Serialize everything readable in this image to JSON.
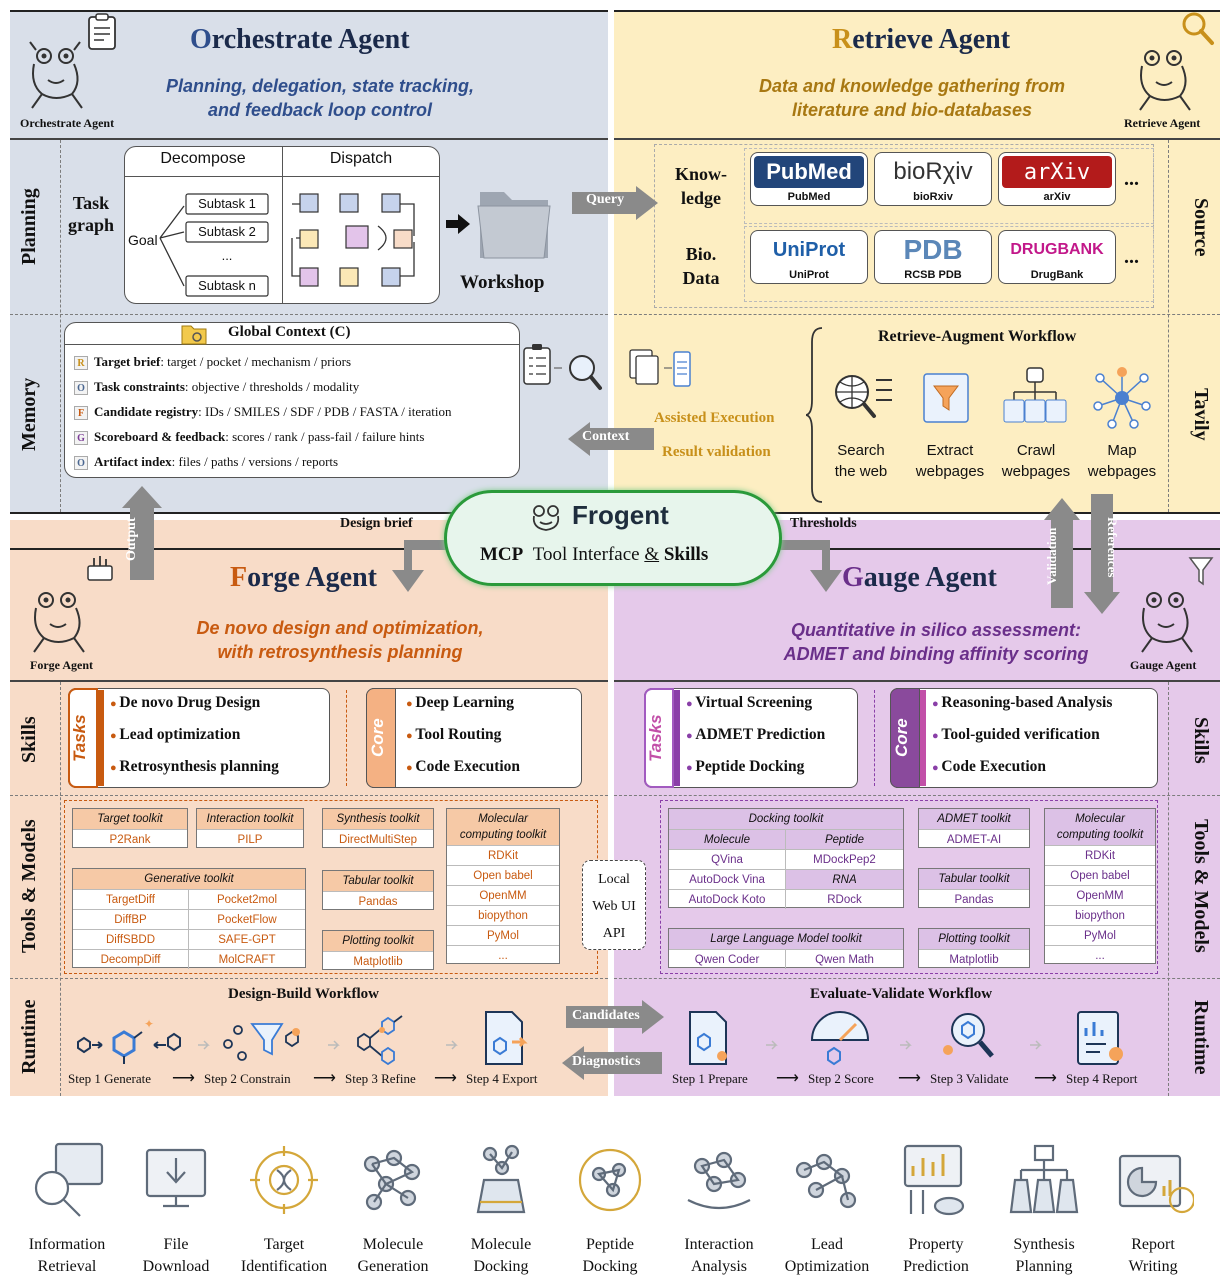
{
  "orchestrate": {
    "title_initial": "O",
    "title_rest": "rchestrate Agent",
    "subtitle_line1": "Planning, delegation, state tracking,",
    "subtitle_line2": "and feedback loop control",
    "mascot_caption": "Orchestrate Agent",
    "rows": {
      "planning": "Planning",
      "memory": "Memory"
    },
    "planning": {
      "task_graph_line1": "Task",
      "task_graph_line2": "graph",
      "decompose": "Decompose",
      "dispatch": "Dispatch",
      "goal": "Goal",
      "subtasks": [
        "Subtask 1",
        "Subtask 2",
        "...",
        "Subtask n"
      ],
      "workshop": "Workshop"
    },
    "memory": {
      "title": "Global Context (C)",
      "rows": [
        {
          "letter": "R",
          "letter_color": "#c8901a",
          "key": "Target brief",
          "value": ": target / pocket / mechanism / priors"
        },
        {
          "letter": "O",
          "letter_color": "#4a6690",
          "key": "Task constraints",
          "value": ": objective / thresholds / modality"
        },
        {
          "letter": "F",
          "letter_color": "#c85a10",
          "key": "Candidate registry",
          "value": ": IDs / SMILES / SDF / PDB / FASTA / iteration"
        },
        {
          "letter": "G",
          "letter_color": "#7a3b96",
          "key": "Scoreboard & feedback",
          "value": ": scores / rank / pass-fail / failure hints"
        },
        {
          "letter": "O",
          "letter_color": "#4a6690",
          "key": "Artifact index",
          "value": ": files / paths / versions / reports"
        }
      ]
    }
  },
  "retrieve": {
    "title_initial": "R",
    "title_rest": "etrieve Agent",
    "subtitle_line1": "Data and knowledge gathering from",
    "subtitle_line2": "literature and bio-databases",
    "mascot_caption": "Retrieve Agent",
    "rows": {
      "source": "Source",
      "tavily": "Tavily"
    },
    "knowledge_line1": "Know-",
    "knowledge_line2": "ledge",
    "bio_line1": "Bio.",
    "bio_line2": "Data",
    "knowledge_sources": [
      {
        "logo": "PubMed",
        "caption": "PubMed"
      },
      {
        "logo": "bioRχiv",
        "caption": "bioRxiv"
      },
      {
        "logo": "arXiv",
        "caption": "arXiv"
      }
    ],
    "bio_sources": [
      {
        "logo": "UniProt",
        "caption": "UniProt"
      },
      {
        "logo": "PDB",
        "caption": "RCSB PDB"
      },
      {
        "logo": "DRUGBANK",
        "caption": "DrugBank"
      }
    ],
    "ellipsis": "...",
    "workflow_title": "Retrieve-Augment Workflow",
    "assisted": "Assisted Execution",
    "validation": "Result validation",
    "workflow_items": [
      {
        "line1": "Search",
        "line2": "the web"
      },
      {
        "line1": "Extract",
        "line2": "webpages"
      },
      {
        "line1": "Crawl",
        "line2": "webpages"
      },
      {
        "line1": "Map",
        "line2": "webpages"
      }
    ]
  },
  "center": {
    "brand": "Frogent",
    "mcp": "MCP",
    "tool_interface": "Tool Interface",
    "amp": "&",
    "skills": "Skills"
  },
  "arrows": {
    "query": "Query",
    "context": "Context",
    "output": "Output",
    "design_brief": "Design brief",
    "thresholds": "Thresholds",
    "validation": "Validation",
    "references": "References",
    "candidates": "Candidates",
    "diagnostics": "Diagnostics"
  },
  "local_box": [
    "Local",
    "Web UI",
    "API"
  ],
  "forge": {
    "title_initial": "F",
    "title_rest": "orge Agent",
    "subtitle_line1": "De novo design and optimization,",
    "subtitle_line2": "with retrosynthesis planning",
    "mascot_caption": "Forge Agent",
    "rows": {
      "skills": "Skills",
      "tools": "Tools & Models",
      "runtime": "Runtime"
    },
    "tasks_tag": "Tasks",
    "core_tag": "Core",
    "tasks": [
      "De novo Drug Design",
      "Lead optimization",
      "Retrosynthesis planning"
    ],
    "core": [
      "Deep Learning",
      "Tool Routing",
      "Code Execution"
    ],
    "target_toolkit": {
      "head": "Target toolkit",
      "items": [
        "P2Rank"
      ]
    },
    "interaction_toolkit": {
      "head": "Interaction toolkit",
      "items": [
        "PILP"
      ]
    },
    "synthesis_toolkit": {
      "head": "Synthesis toolkit",
      "items": [
        "DirectMultiStep"
      ]
    },
    "molecular_toolkit": {
      "head_line1": "Molecular",
      "head_line2": "computing toolkit",
      "items": [
        "RDKit",
        "Open babel",
        "OpenMM",
        "biopython",
        "PyMol",
        "..."
      ]
    },
    "generative_toolkit": {
      "head": "Generative toolkit",
      "left": [
        "TargetDiff",
        "DiffBP",
        "DiffSBDD",
        "DecompDiff"
      ],
      "right": [
        "Pocket2mol",
        "PocketFlow",
        "SAFE-GPT",
        "MolCRAFT"
      ]
    },
    "tabular_toolkit": {
      "head": "Tabular toolkit",
      "items": [
        "Pandas"
      ]
    },
    "plotting_toolkit": {
      "head": "Plotting toolkit",
      "items": [
        "Matplotlib"
      ]
    },
    "workflow_title": "Design-Build Workflow",
    "steps": [
      "Step 1 Generate",
      "Step 2 Constrain",
      "Step 3 Refine",
      "Step 4 Export"
    ]
  },
  "gauge": {
    "title_initial": "G",
    "title_rest": "auge Agent",
    "subtitle_line1": "Quantitative in silico assessment:",
    "subtitle_line2": "ADMET and binding affinity scoring",
    "mascot_caption": "Gauge Agent",
    "rows": {
      "skills": "Skills",
      "tools": "Tools & Models",
      "runtime": "Runtime"
    },
    "tasks_tag": "Tasks",
    "core_tag": "Core",
    "tasks": [
      "Virtual Screening",
      "ADMET Prediction",
      "Peptide Docking"
    ],
    "core": [
      "Reasoning-based Analysis",
      "Tool-guided verification",
      "Code Execution"
    ],
    "docking_toolkit": {
      "head": "Docking toolkit",
      "col_molecule": "Molecule",
      "col_peptide": "Peptide",
      "molecule": [
        "QVina",
        "AutoDock Vina",
        "AutoDock Koto"
      ],
      "peptide": [
        "MDockPep2"
      ],
      "rna_head": "RNA",
      "rna": [
        "RDock"
      ]
    },
    "admet_toolkit": {
      "head": "ADMET toolkit",
      "items": [
        "ADMET-AI"
      ]
    },
    "tabular_toolkit": {
      "head": "Tabular toolkit",
      "items": [
        "Pandas"
      ]
    },
    "plotting_toolkit": {
      "head": "Plotting toolkit",
      "items": [
        "Matplotlib"
      ]
    },
    "llm_toolkit": {
      "head": "Large Language Model toolkit",
      "items": [
        "Qwen Coder",
        "Qwen Math"
      ]
    },
    "molecular_toolkit": {
      "head_line1": "Molecular",
      "head_line2": "computing toolkit",
      "items": [
        "RDKit",
        "Open babel",
        "OpenMM",
        "biopython",
        "PyMol",
        "..."
      ]
    },
    "workflow_title": "Evaluate-Validate Workflow",
    "steps": [
      "Step 1 Prepare",
      "Step 2 Score",
      "Step 3 Validate",
      "Step 4 Report"
    ]
  },
  "capabilities": [
    {
      "line1": "Information",
      "line2": "Retrieval",
      "icon": "information-retrieval-icon"
    },
    {
      "line1": "File",
      "line2": "Download",
      "icon": "file-download-icon"
    },
    {
      "line1": "Target",
      "line2": "Identification",
      "icon": "target-identification-icon"
    },
    {
      "line1": "Molecule",
      "line2": "Generation",
      "icon": "molecule-generation-icon"
    },
    {
      "line1": "Molecule",
      "line2": "Docking",
      "icon": "molecule-docking-icon"
    },
    {
      "line1": "Peptide",
      "line2": "Docking",
      "icon": "peptide-docking-icon"
    },
    {
      "line1": "Interaction",
      "line2": "Analysis",
      "icon": "interaction-analysis-icon"
    },
    {
      "line1": "Lead",
      "line2": "Optimization",
      "icon": "lead-optimization-icon"
    },
    {
      "line1": "Property",
      "line2": "Prediction",
      "icon": "property-prediction-icon"
    },
    {
      "line1": "Synthesis",
      "line2": "Planning",
      "icon": "synthesis-planning-icon"
    },
    {
      "line1": "Report",
      "line2": "Writing",
      "icon": "report-writing-icon"
    }
  ],
  "colors": {
    "orchestrate_bg": "#d9dfe9",
    "retrieve_bg": "#fdeec2",
    "forge_bg": "#f8dcc8",
    "gauge_bg": "#e5c9ea",
    "orchestrate_accent": "#2f4e8c",
    "retrieve_accent": "#c8901a",
    "forge_accent": "#c85a10",
    "gauge_accent": "#6a2f8a",
    "frogent_green": "#2a9a3a"
  }
}
